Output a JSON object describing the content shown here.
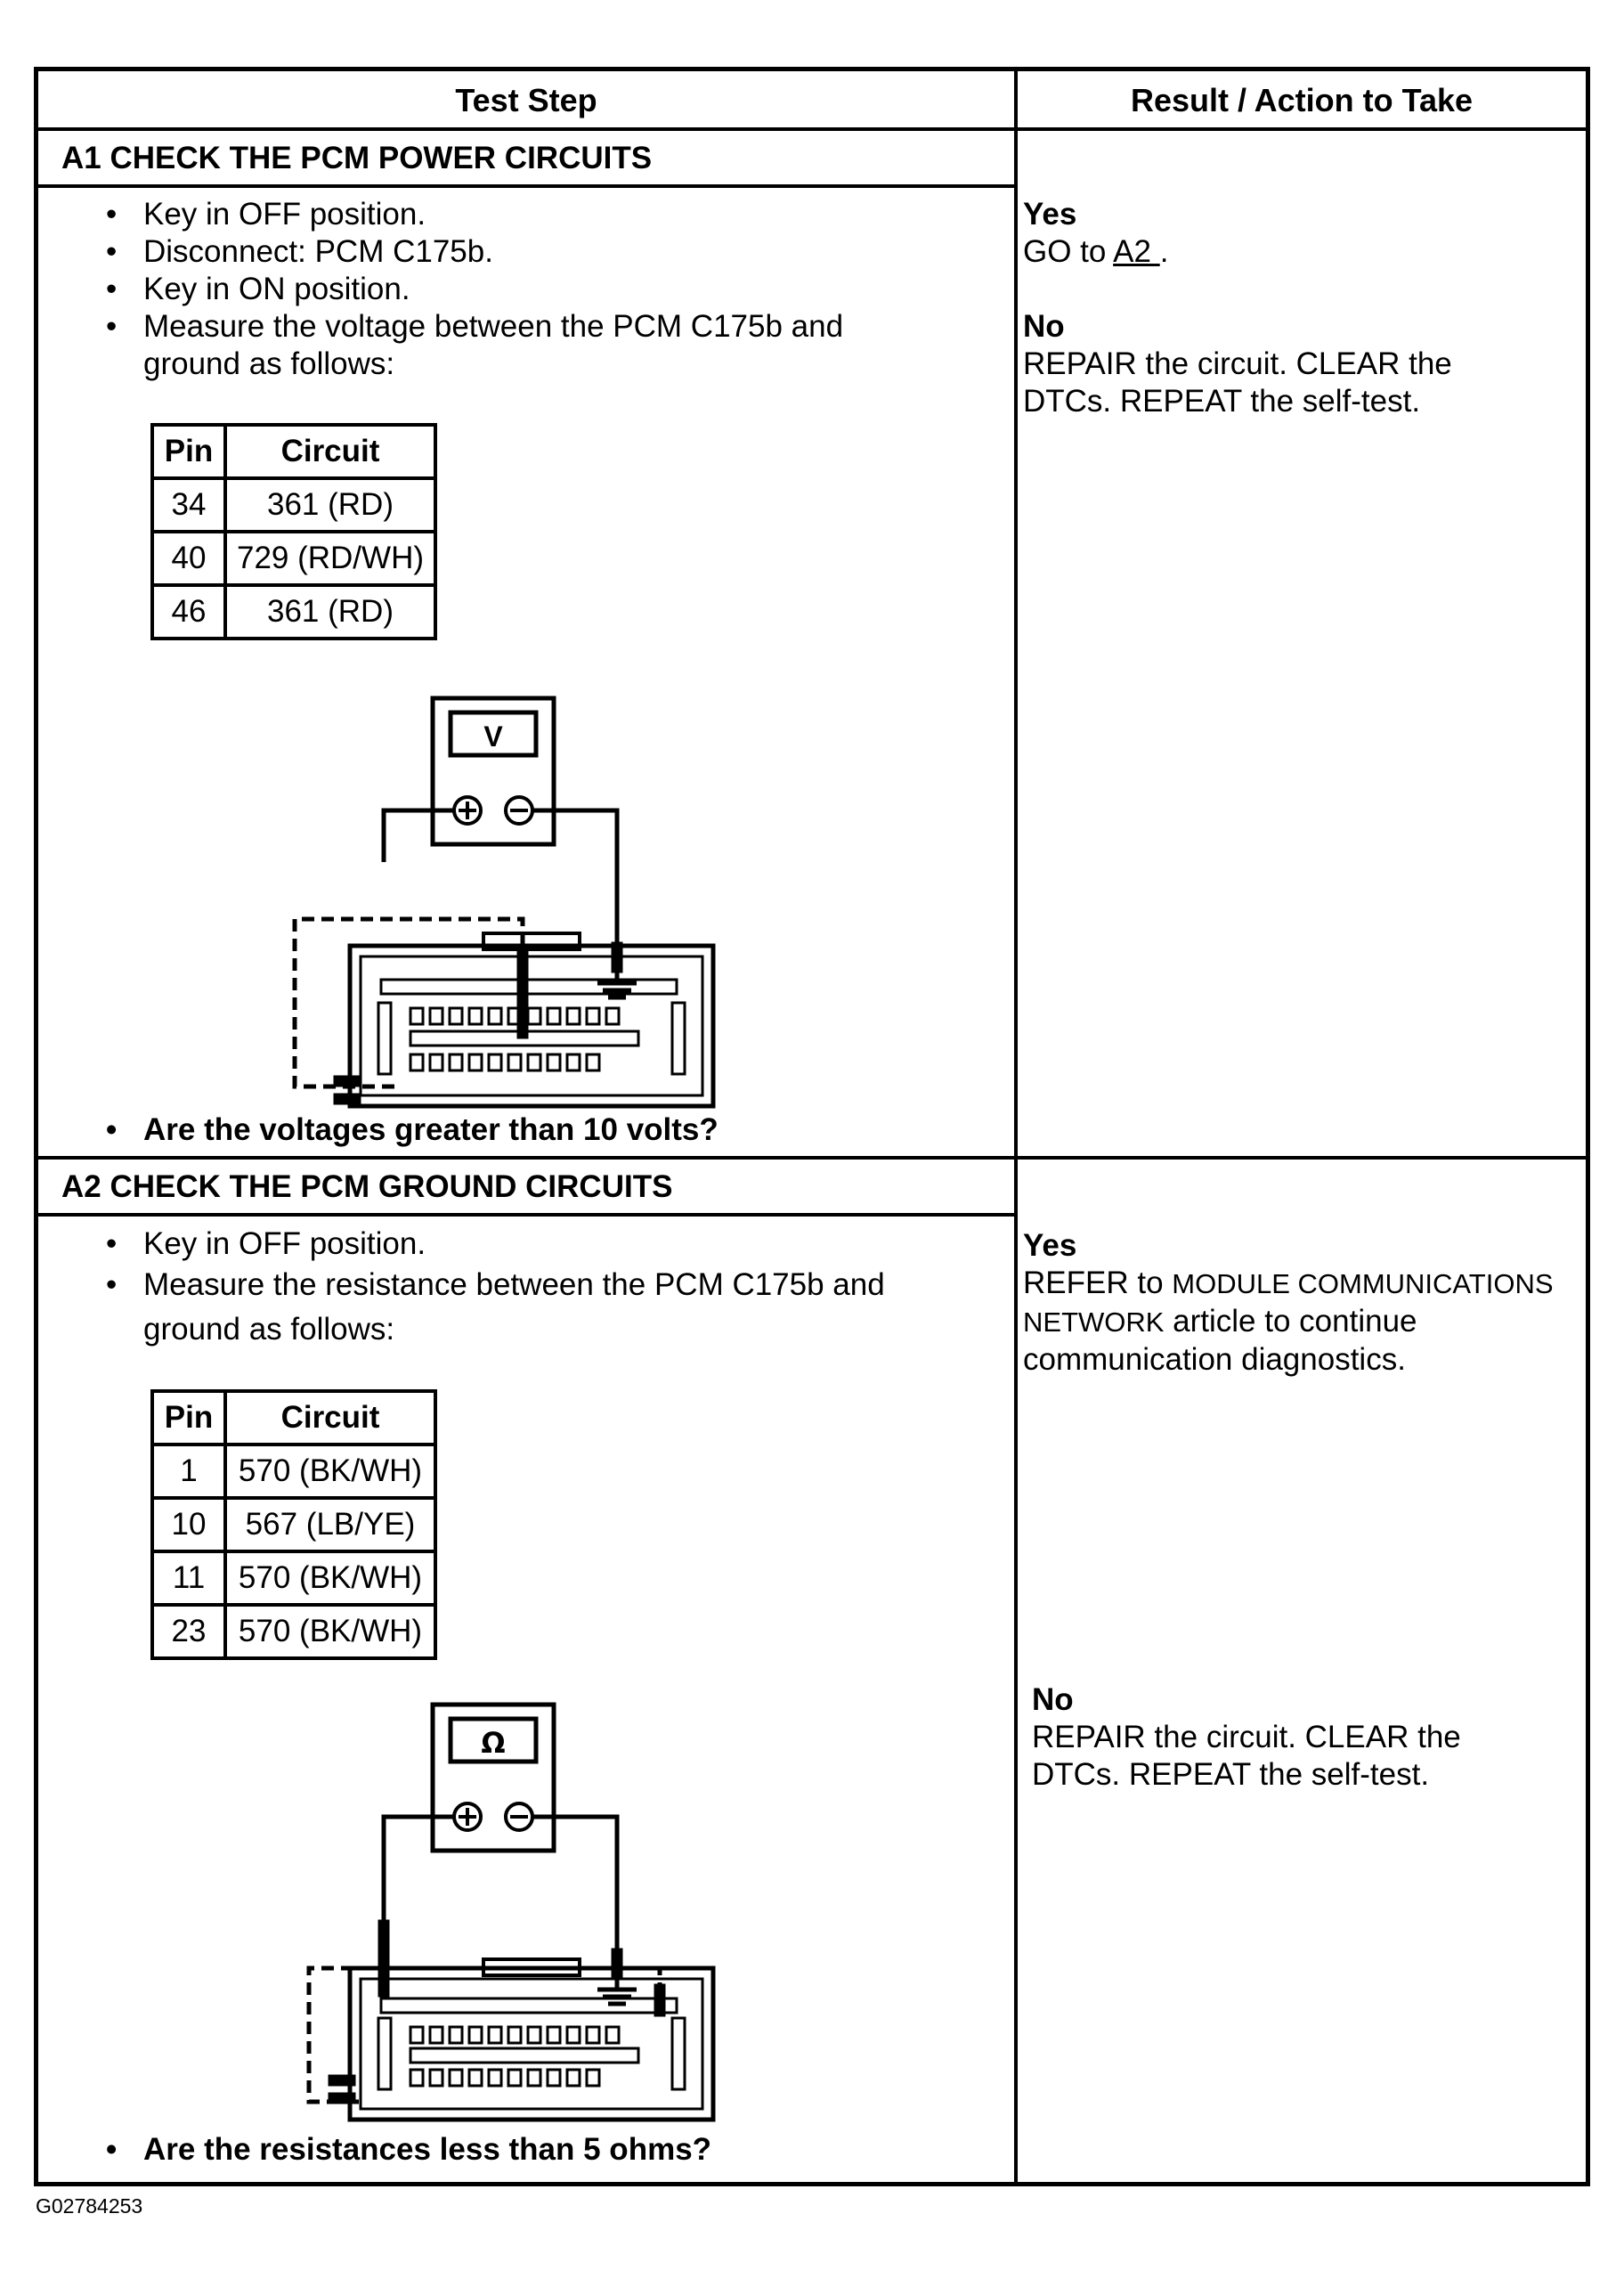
{
  "header": {
    "test_step": "Test Step",
    "result": "Result / Action to Take"
  },
  "a1": {
    "title": "A1 CHECK THE PCM POWER CIRCUITS",
    "bullets": [
      "Key in OFF position.",
      "Disconnect: PCM C175b.",
      "Key in ON position.",
      "Measure the voltage between the PCM C175b and ground as follows:"
    ],
    "table": {
      "col_pin": "Pin",
      "col_circuit": "Circuit",
      "rows": [
        {
          "pin": "34",
          "circuit": "361 (RD)"
        },
        {
          "pin": "40",
          "circuit": "729 (RD/WH)"
        },
        {
          "pin": "46",
          "circuit": "361 (RD)"
        }
      ]
    },
    "meter_symbol": "V",
    "question": "Are the voltages greater than 10 volts?",
    "yes": {
      "label": "Yes",
      "text_before": "GO to ",
      "link": "A2 ",
      "text_after": "."
    },
    "no": {
      "label": "No",
      "text": "REPAIR the circuit. CLEAR the DTCs. REPEAT the self-test."
    }
  },
  "a2": {
    "title": "A2 CHECK THE PCM GROUND CIRCUITS",
    "bullets": [
      "Key in OFF position.",
      "Measure the resistance between the PCM C175b and ground as follows:"
    ],
    "table": {
      "col_pin": "Pin",
      "col_circuit": "Circuit",
      "rows": [
        {
          "pin": "1",
          "circuit": "570 (BK/WH)"
        },
        {
          "pin": "10",
          "circuit": "567 (LB/YE)"
        },
        {
          "pin": "11",
          "circuit": "570 (BK/WH)"
        },
        {
          "pin": "23",
          "circuit": "570 (BK/WH)"
        }
      ]
    },
    "meter_symbol": "Ω",
    "question": "Are the resistances less than 5 ohms?",
    "yes": {
      "label": "Yes",
      "text_refer": "REFER to ",
      "text_module": "MODULE COMMUNICATIONS NETWORK",
      "text_article": " article",
      "text_rest": " to continue communication diagnostics."
    },
    "no": {
      "label": "No",
      "text": "REPAIR the circuit. CLEAR the DTCs. REPEAT the self-test."
    }
  },
  "figure_code": "G02784253"
}
